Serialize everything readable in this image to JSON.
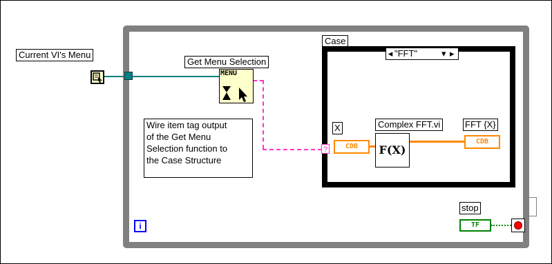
{
  "menu_control": {
    "label": "Current VI's Menu"
  },
  "get_menu": {
    "label": "Get Menu Selection",
    "node_text": "MENU"
  },
  "comment": {
    "lines": [
      "Wire item tag output",
      "of the Get Menu",
      "Selection function to",
      "the Case Structure"
    ]
  },
  "case_structure": {
    "label": "Case",
    "selector_value": "\"FFT\"",
    "case_tunnel": "?"
  },
  "x_input": {
    "label": "X",
    "type": "CDB"
  },
  "fft_subvi": {
    "label": "Complex FFT.vi",
    "icon_text": "F(X)"
  },
  "fft_output": {
    "label": "FFT {X}",
    "type": "CDB"
  },
  "stop": {
    "label": "stop",
    "terminal_text": "TF"
  },
  "loop": {
    "iteration_label": "i"
  },
  "colors": {
    "loop_border": "#808080",
    "teal_wire": "#008080",
    "pink_wire": "#ff33cc",
    "orange_wire": "#ff8800",
    "green_wire": "#008000",
    "stop_red": "#ff0000"
  }
}
